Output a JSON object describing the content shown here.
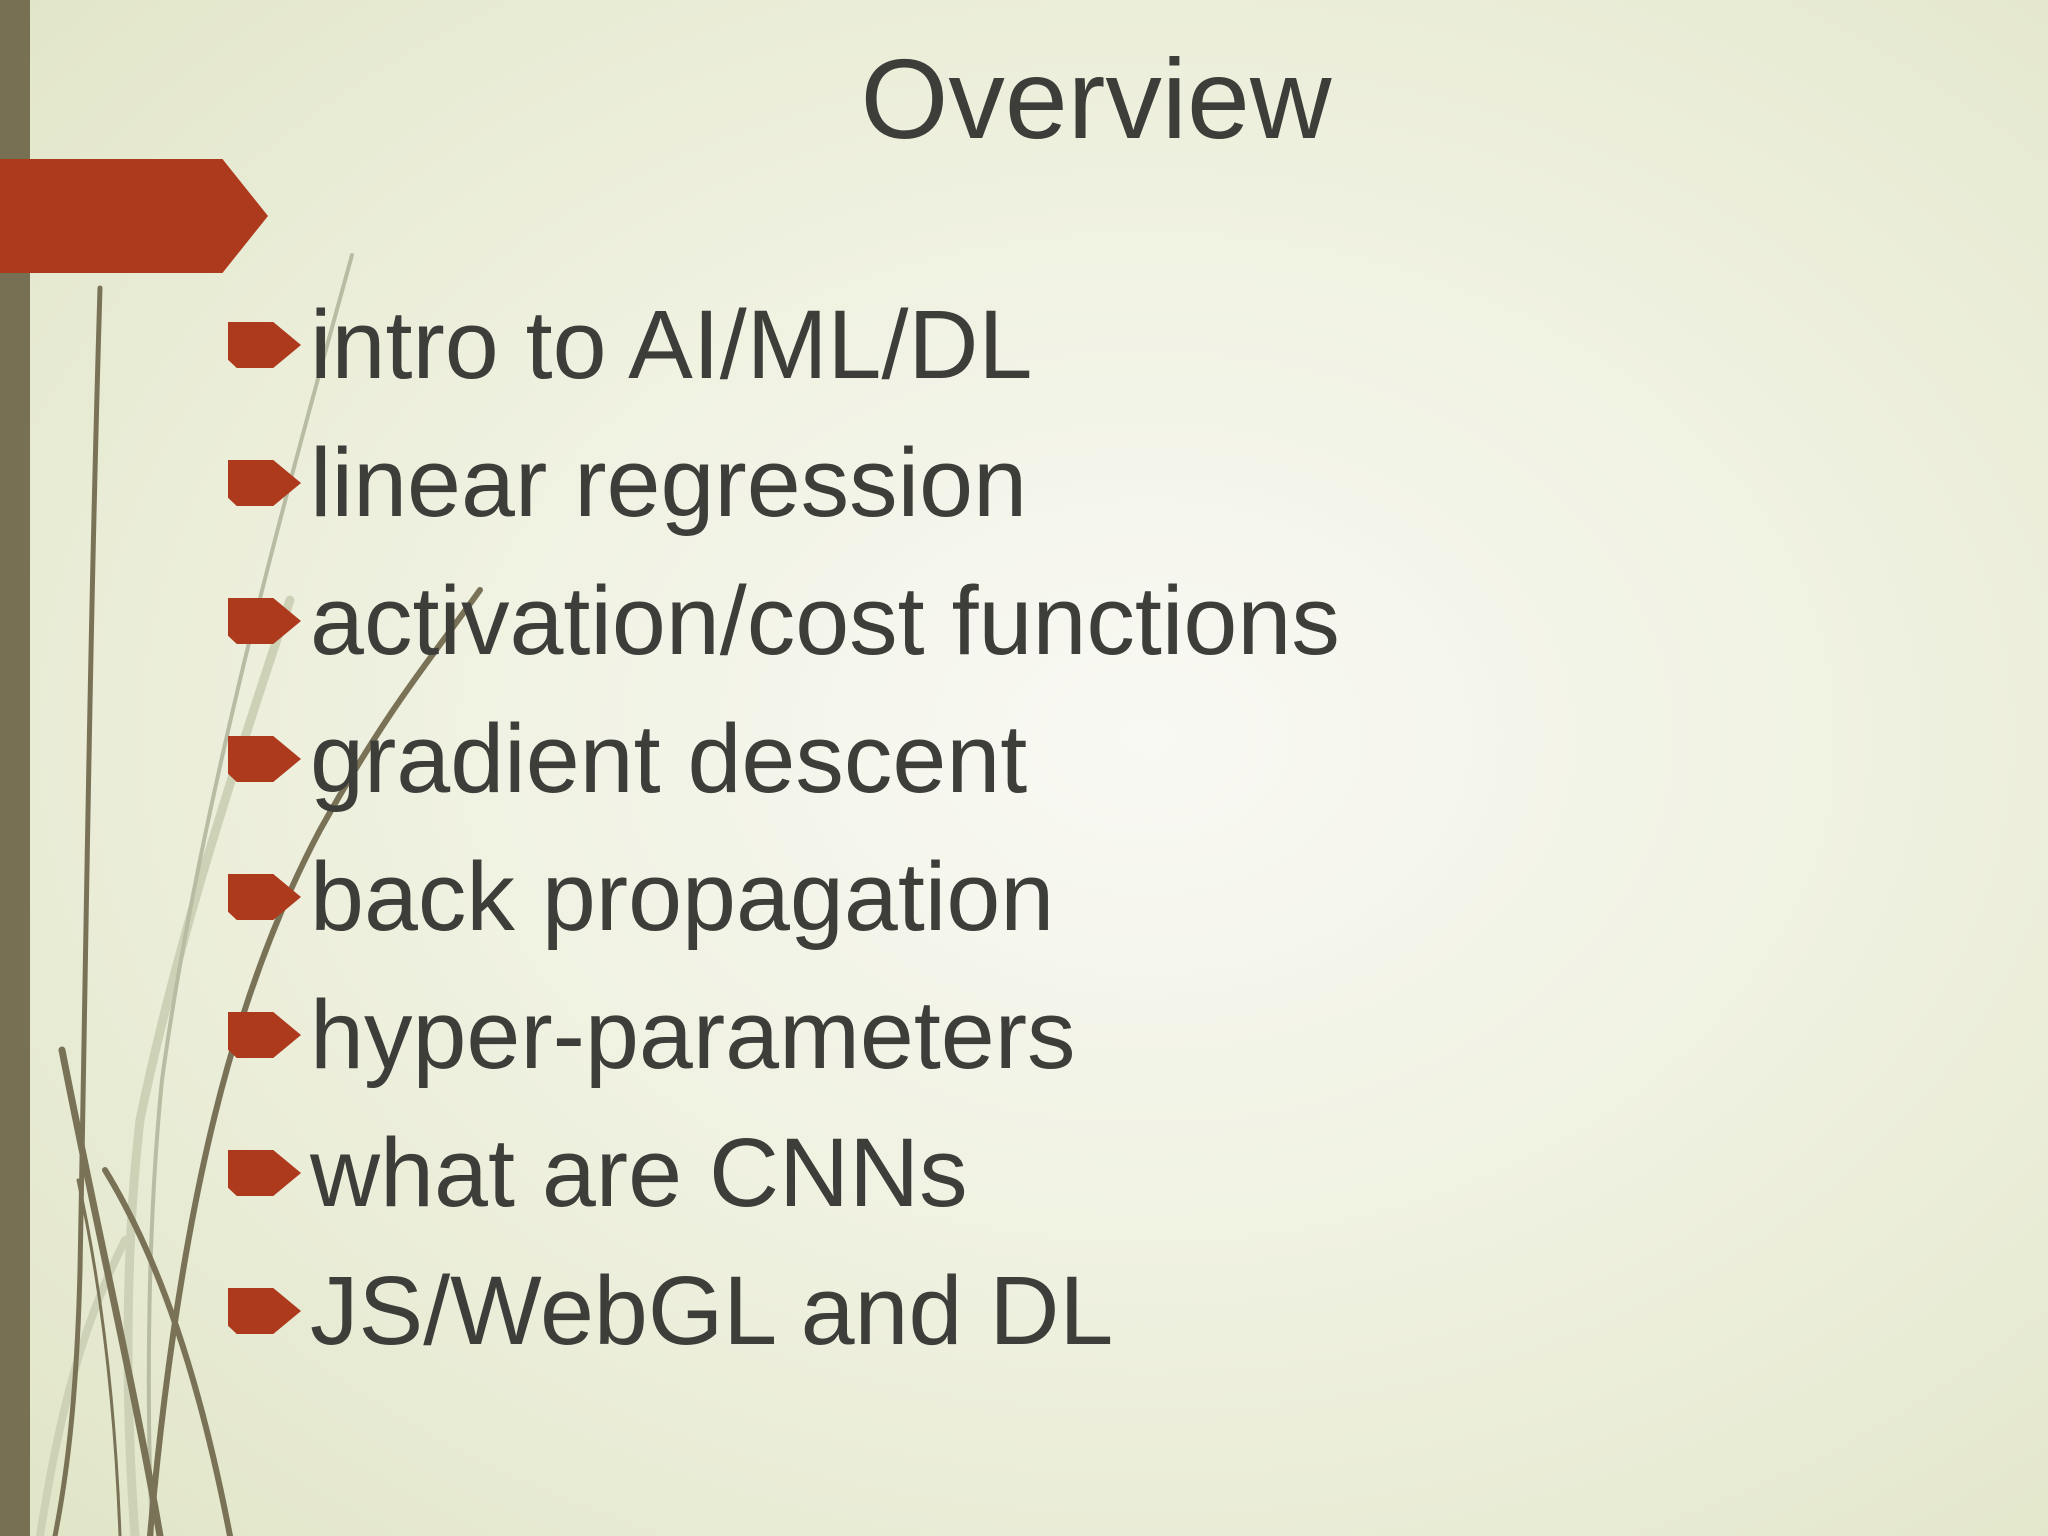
{
  "slide": {
    "title": "Overview",
    "bullets": [
      "intro to AI/ML/DL",
      "linear regression",
      "activation/cost functions",
      "gradient descent",
      "back propagation",
      "hyper-parameters",
      "what are CNNs",
      "JS/WebGL and DL"
    ],
    "icons": {
      "bullet": "arrow-right-bullet"
    },
    "colors": {
      "accent_red": "#ad3a1d",
      "bar_olive": "#777053",
      "text_dark": "#3d3d3a",
      "background_edge": "#e2e6c9",
      "background_center": "#f9f9f4",
      "stroke_dark": "#7a7257",
      "stroke_light": "#cdd2b7",
      "stroke_mid": "#b7bca3"
    }
  }
}
